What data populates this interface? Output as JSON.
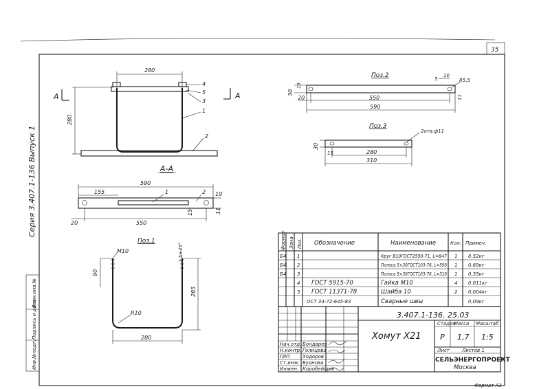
{
  "sheet": {
    "page_number": "35",
    "series": "Серия 3.407.1-136 Выпуск 1",
    "section_marker": "А",
    "stamps": [
      "Инв.№подл.",
      "Подпись и дата",
      "Взам.инв.№"
    ]
  },
  "view_main": {
    "dim_width": "280",
    "dim_height": "280",
    "callouts": [
      "4",
      "5",
      "3",
      "1",
      "2"
    ]
  },
  "view_aa": {
    "title": "А-А",
    "dim_total": "590",
    "dim_offset": "155",
    "dim_inner": "550",
    "dim_end": "20",
    "dim_hole": "15",
    "dim_h": "10",
    "dim_s": "11",
    "callouts": [
      "1",
      "2"
    ]
  },
  "pos1": {
    "title": "Поз.1",
    "thread": "М10",
    "chamfer": "1,5×45°",
    "dim_top": "90",
    "dim_height": "285",
    "radius": "R10",
    "dim_width": "280"
  },
  "pos2": {
    "title": "Поз.2",
    "dim_30": "30",
    "dim_15": "15",
    "dim_5": "5",
    "dim_10": "10",
    "radius": "R5,5",
    "dim_20": "20",
    "dim_550": "550",
    "dim_590": "590",
    "dim_11": "11"
  },
  "pos3": {
    "title": "Поз.3",
    "holes": "2отв.ф11",
    "dim_30": "30",
    "dim_15": "15",
    "dim_280": "280",
    "dim_310": "310"
  },
  "spec": {
    "headers": [
      "Формат",
      "Зона",
      "Поз.",
      "Обозначение",
      "Наименование",
      "Кол.",
      "Примеч."
    ],
    "rows": [
      {
        "format": "Б4",
        "zone": "",
        "pos": "1",
        "designation": "",
        "name": "Круг В10ГОСТ2590-71, L=847",
        "qty": "1",
        "note": "0,52кг"
      },
      {
        "format": "Б4",
        "zone": "",
        "pos": "2",
        "designation": "",
        "name": "Полоса 5×30ГОСТ103-76, L=590",
        "qty": "1",
        "note": "0,69кг"
      },
      {
        "format": "Б4",
        "zone": "",
        "pos": "3",
        "designation": "",
        "name": "Полоса 5×30ГОСТ103-76, L=310",
        "qty": "1",
        "note": "0,35кг"
      },
      {
        "format": "",
        "zone": "",
        "pos": "4",
        "designation": "ГОСТ 5915-70",
        "name": "Гайка М10",
        "qty": "4",
        "note": "0,011кг"
      },
      {
        "format": "",
        "zone": "",
        "pos": "5",
        "designation": "ГОСТ 11371-78",
        "name": "Шайба 10",
        "qty": "2",
        "note": "0,004кг"
      },
      {
        "format": "",
        "zone": "",
        "pos": "",
        "designation": "ОСТ 34-72-645-83",
        "name": "Сварные швы",
        "qty": "",
        "note": "0,09кг"
      }
    ]
  },
  "titleblock": {
    "code": "3.407.1-136. 25.03",
    "title": "Хомут Х21",
    "stage_label": "Стадия",
    "mass_label": "Масса",
    "scale_label": "Масштаб",
    "stage": "Р",
    "mass": "1,7",
    "scale": "1:5",
    "sheet_label": "Лист",
    "sheets_label": "Листов 1",
    "org": "СЕЛЬЭНЕРГОПРОЕКТ",
    "city": "Москва",
    "staff": [
      {
        "role": "Нач.отд.",
        "name": "Бондарев"
      },
      {
        "role": "Н.контр.",
        "name": "Голицева"
      },
      {
        "role": "ГИП",
        "name": "Ходоров"
      },
      {
        "role": "Ст.инж.",
        "name": "Буянова"
      },
      {
        "role": "Инжен.",
        "name": "Коробейщик"
      }
    ],
    "footer_code": "Формат А3"
  }
}
